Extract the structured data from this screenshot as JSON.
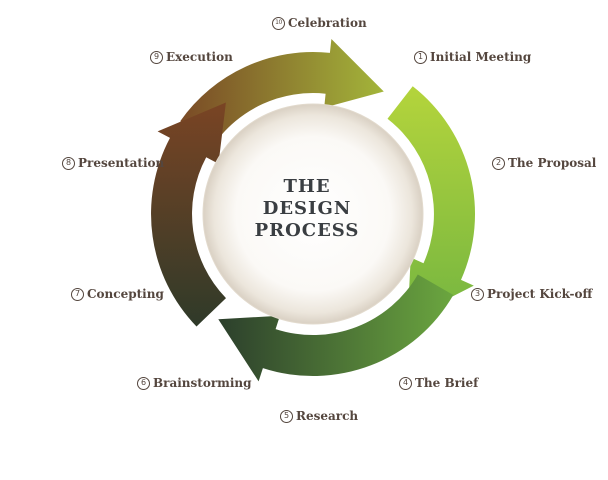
{
  "center_title": [
    "THE",
    "DESIGN",
    "PROCESS"
  ],
  "steps": [
    {
      "number": "1",
      "label": "Initial Meeting"
    },
    {
      "number": "2",
      "label": "The Proposal"
    },
    {
      "number": "3",
      "label": "Project Kick-off"
    },
    {
      "number": "4",
      "label": "The Brief"
    },
    {
      "number": "5",
      "label": "Research"
    },
    {
      "number": "6",
      "label": "Brainstorming"
    },
    {
      "number": "7",
      "label": "Concepting"
    },
    {
      "number": "8",
      "label": "Presentation"
    },
    {
      "number": "9",
      "label": "Execution"
    },
    {
      "number": "10",
      "label": "Celebration"
    }
  ],
  "colors": {
    "arrow_top": [
      "#7a4a26",
      "#a3b53a"
    ],
    "arrow_right": [
      "#b4d43c",
      "#76b640"
    ],
    "arrow_bottom": [
      "#6ba63f",
      "#2c3f2c"
    ],
    "arrow_left": [
      "#2f3a29",
      "#7a4424"
    ],
    "label": "#54463e",
    "title": "#3a3e42"
  }
}
